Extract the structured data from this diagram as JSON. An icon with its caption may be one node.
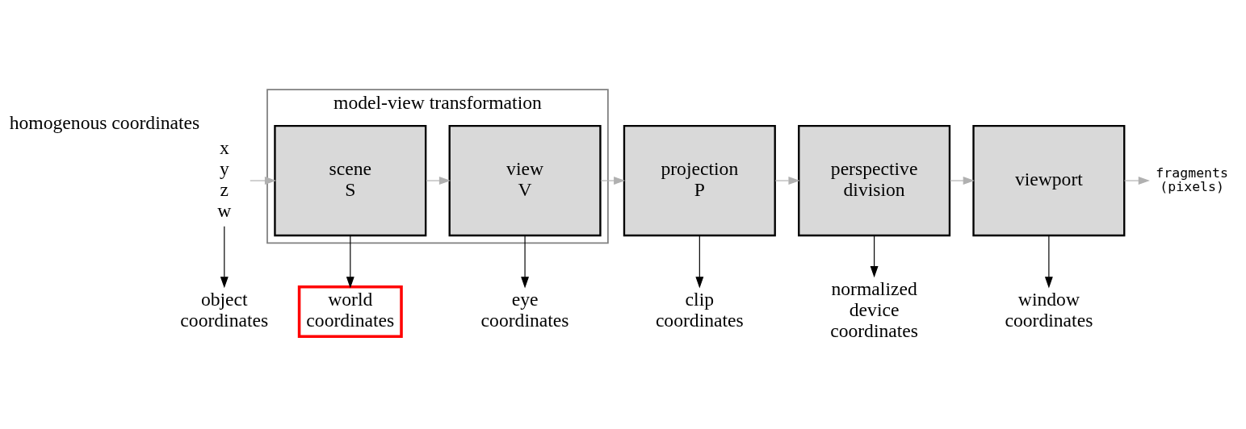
{
  "diagram": {
    "nodes": [
      {
        "text": [
          "x",
          "y",
          "z",
          "w"
        ],
        "beside": [
          "homogenous coordinates"
        ]
      },
      {
        "text": [
          "model-view transformation"
        ]
      },
      {
        "text": [
          "scene",
          "S"
        ],
        "in": 1
      },
      {
        "text": [
          "view",
          "V"
        ],
        "in": 1
      },
      {
        "text": [
          "projection",
          "P"
        ]
      },
      {
        "text": [
          "perspective division"
        ]
      },
      {
        "text": [
          "viewport"
        ]
      },
      {
        "text": [
          "fragments (pixels)"
        ]
      },
      {
        "text": [
          "object coordinates"
        ]
      },
      {
        "text": [
          "world coordinates"
        ]
      },
      {
        "text": [
          "eye coordinates"
        ]
      },
      {
        "text": [
          "clip coordinates"
        ]
      },
      {
        "text": [
          "normalized device coordinates"
        ]
      },
      {
        "text": [
          "window coordinates"
        ]
      }
    ],
    "edges": [
      {
        "from": 0,
        "to": 2,
        "arrow": "to",
        "color": "#b0b0b0"
      },
      {
        "from": 2,
        "to": 3,
        "arrow": "to",
        "color": "#b0b0b0"
      },
      {
        "from": 3,
        "to": 4,
        "arrow": "to",
        "color": "#b0b0b0"
      },
      {
        "from": 4,
        "to": 5,
        "arrow": "to",
        "color": "#b0b0b0"
      },
      {
        "from": 5,
        "to": 6,
        "arrow": "to",
        "color": "#b0b0b0"
      },
      {
        "from": 6,
        "to": 7,
        "arrow": "to",
        "color": "#b0b0b0"
      },
      {
        "from": 0,
        "to": 8,
        "arrow": "to",
        "color": "#000000"
      },
      {
        "from": 2,
        "to": 9,
        "arrow": "to",
        "color": "#000000"
      },
      {
        "from": 3,
        "to": 10,
        "arrow": "to",
        "color": "#000000"
      },
      {
        "from": 4,
        "to": 11,
        "arrow": "to",
        "color": "#000000"
      },
      {
        "from": 5,
        "to": 12,
        "arrow": "to",
        "color": "#000000"
      },
      {
        "from": 6,
        "to": 13,
        "arrow": "to",
        "color": "#000000"
      }
    ]
  }
}
